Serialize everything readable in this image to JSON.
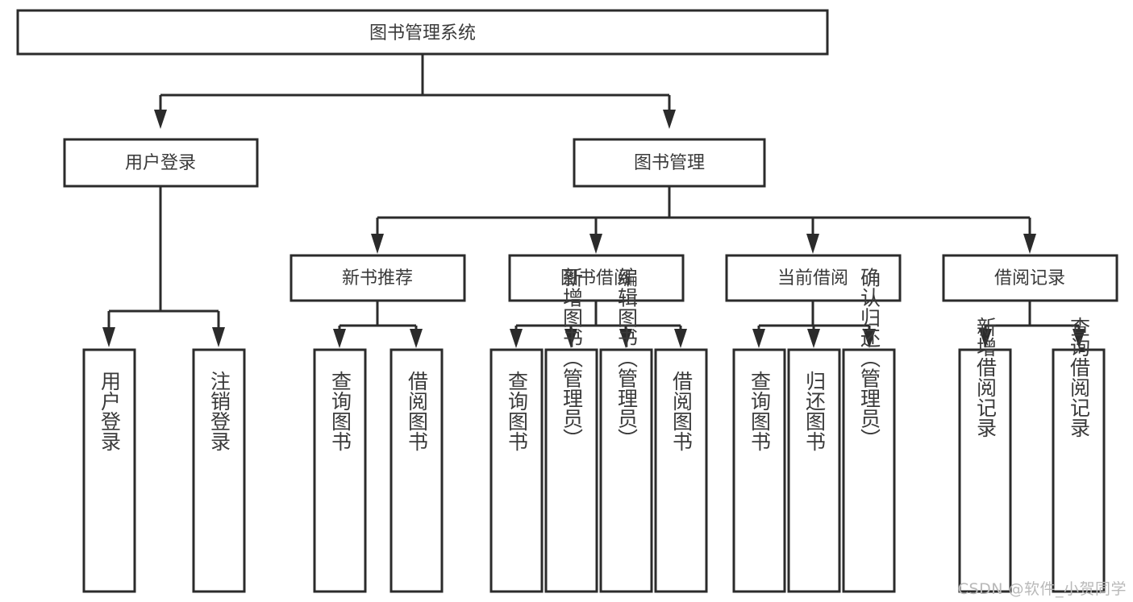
{
  "diagram": {
    "title": "图书管理系统",
    "type": "tree-hierarchy",
    "watermark": "CSDN @软件_小贺同学",
    "colors": {
      "stroke": "#2b2b2b",
      "fill": "#ffffff",
      "text": "#3a3a3a",
      "watermark": "#b9b9b9",
      "background": "#ffffff"
    },
    "root": {
      "label": "图书管理系统"
    },
    "level2": [
      {
        "label": "用户登录"
      },
      {
        "label": "图书管理"
      }
    ],
    "level3": [
      {
        "label": "新书推荐"
      },
      {
        "label": "图书借阅"
      },
      {
        "label": "当前借阅"
      },
      {
        "label": "借阅记录"
      }
    ],
    "leaves": {
      "user_login": [
        {
          "label": "用户登录"
        },
        {
          "label": "注销登录"
        }
      ],
      "new_book_recommend": [
        {
          "label": "查询图书"
        },
        {
          "label": "借阅图书"
        }
      ],
      "book_borrow": [
        {
          "label": "查询图书"
        },
        {
          "label": "新增图书（管理员）"
        },
        {
          "label": "编辑图书（管理员）"
        },
        {
          "label": "借阅图书"
        }
      ],
      "current_borrow": [
        {
          "label": "查询图书"
        },
        {
          "label": "归还图书"
        },
        {
          "label": "确认归还（管理员）"
        }
      ],
      "borrow_record": [
        {
          "label": "新增借阅记录"
        },
        {
          "label": "查询借阅记录"
        }
      ]
    }
  }
}
